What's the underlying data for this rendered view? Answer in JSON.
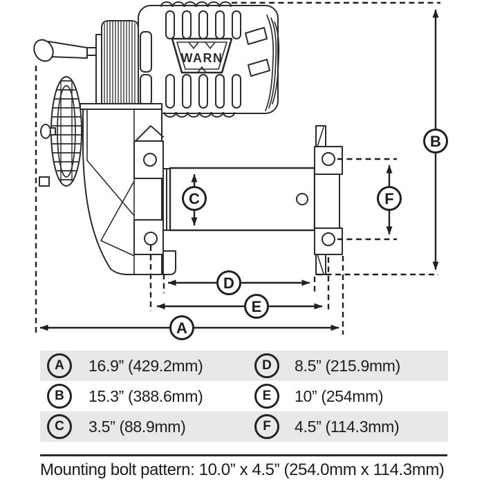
{
  "diagram": {
    "brand_logo": "WARN",
    "dimension_labels": {
      "a": "A",
      "b": "B",
      "c": "C",
      "d": "D",
      "e": "E",
      "f": "F"
    }
  },
  "table": {
    "entries": [
      {
        "key": "A",
        "value": "16.9” (429.2mm)"
      },
      {
        "key": "B",
        "value": "15.3” (388.6mm)"
      },
      {
        "key": "C",
        "value": "3.5” (88.9mm)"
      },
      {
        "key": "D",
        "value": "8.5” (215.9mm)"
      },
      {
        "key": "E",
        "value": "10” (254mm)"
      },
      {
        "key": "F",
        "value": "4.5” (114.3mm)"
      }
    ]
  },
  "footer": {
    "note": "Mounting bolt pattern: 10.0” x 4.5” (254.0mm x 114.3mm)"
  },
  "colors": {
    "line_art": "#2a2a2a",
    "dimension_lines": "#1f1f1f",
    "row_shade": "#e8e8e8",
    "background": "#ffffff"
  }
}
